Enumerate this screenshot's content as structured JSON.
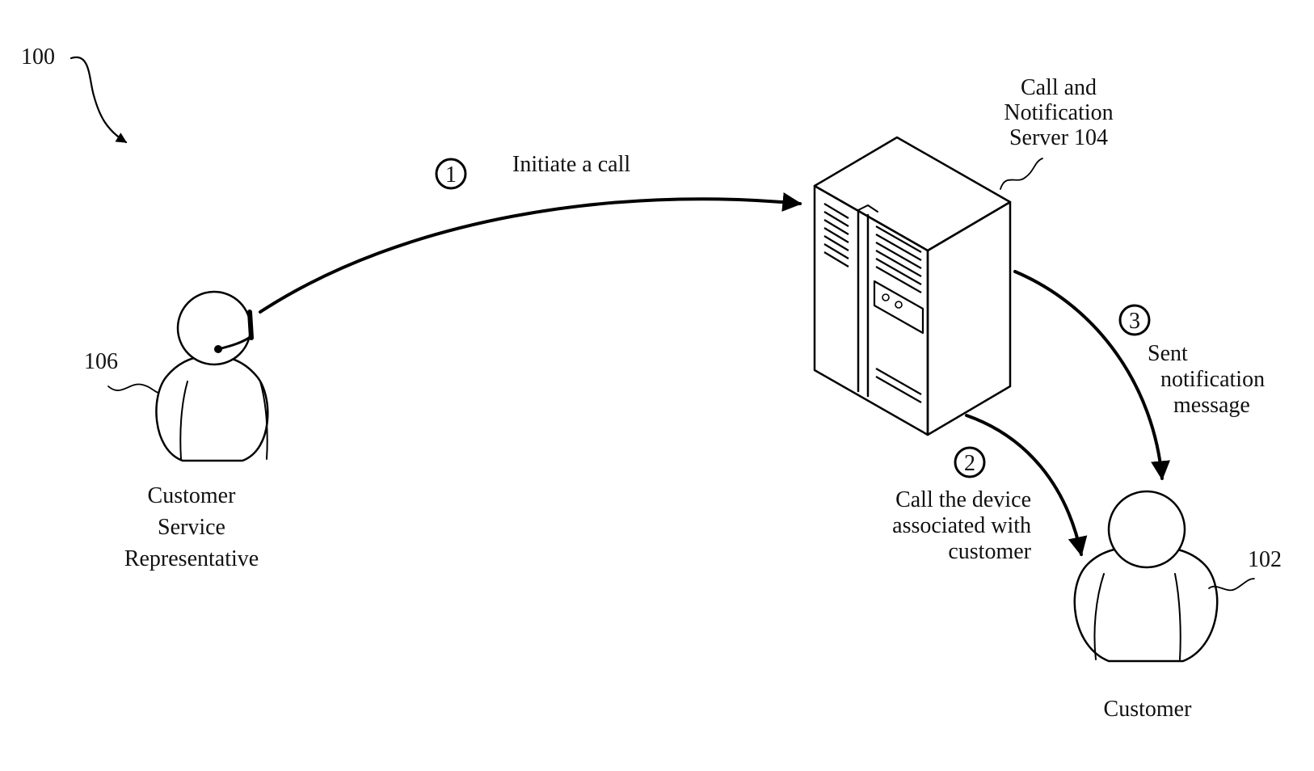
{
  "figure": {
    "ref": "100"
  },
  "actors": {
    "representative": {
      "ref": "106",
      "label_lines": [
        "Customer",
        "Service",
        "Representative"
      ]
    },
    "server": {
      "label_lines": [
        "Call and",
        "Notification",
        "Server  104"
      ]
    },
    "customer": {
      "ref": "102",
      "label_lines": [
        "Customer"
      ]
    }
  },
  "steps": [
    {
      "number": "1",
      "label_lines": [
        "Initiate a call"
      ]
    },
    {
      "number": "2",
      "label_lines": [
        "Call the device",
        "associated with",
        "customer"
      ]
    },
    {
      "number": "3",
      "label_lines": [
        "Sent",
        "notification",
        "message"
      ]
    }
  ],
  "colors": {
    "ink": "#000000",
    "background": "#ffffff"
  }
}
